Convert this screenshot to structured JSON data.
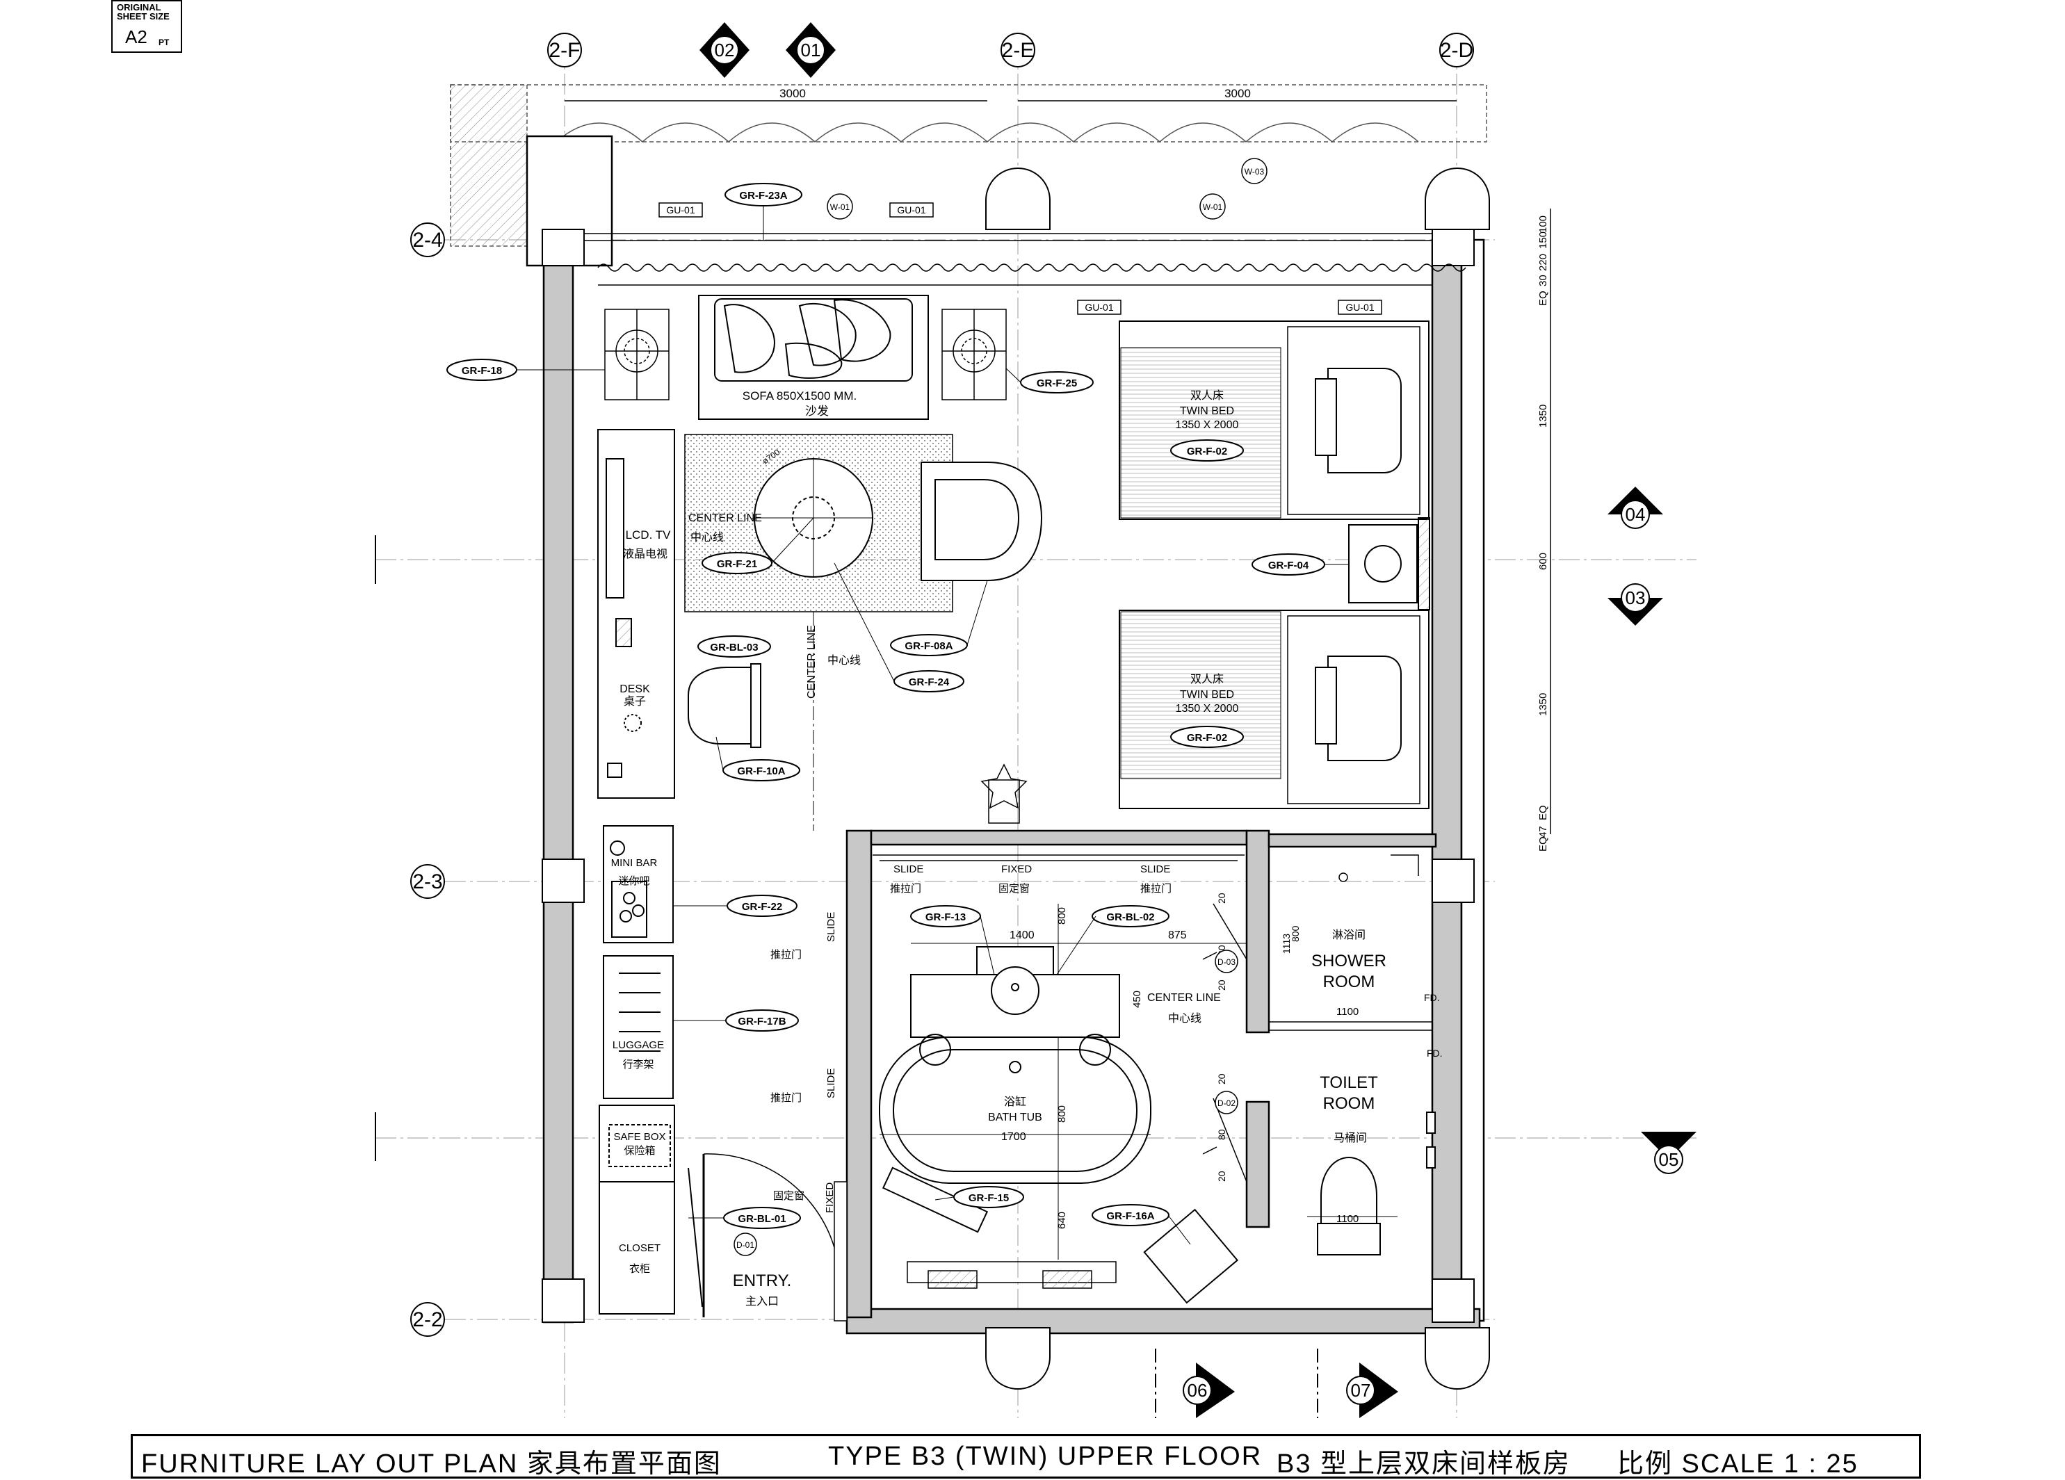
{
  "sheet": {
    "line1": "ORIGINAL",
    "line2": "SHEET SIZE",
    "size": "A2",
    "unit": "PT"
  },
  "title_bar": {
    "title": "FURNITURE LAY OUT PLAN 家具布置平面图",
    "type": "TYPE B3 (TWIN) UPPER FLOOR",
    "type_cn": "B3 型上层双床间样板房",
    "scale": "比例 SCALE 1 : 25"
  },
  "grid": {
    "f": "2-F",
    "e": "2-E",
    "d": "2-D",
    "h4": "2-4",
    "h3": "2-3",
    "h2": "2-2"
  },
  "sections": {
    "s01": "01",
    "s02": "02",
    "s03": "03",
    "s04": "04",
    "s05": "05",
    "s06": "06",
    "s07": "07"
  },
  "dims": {
    "top_left": "3000",
    "top_right": "3000",
    "d1400": "1400",
    "d875": "875",
    "d1100a": "1100",
    "d1100b": "1100",
    "d1700": "1700",
    "d800a": "800",
    "d800b": "800",
    "d640": "640",
    "d450": "450",
    "d20a": "20",
    "d20b": "20",
    "d20c": "20",
    "d20d": "20",
    "d80a": "80",
    "d80b": "80",
    "d1113": "1113",
    "d800c": "800",
    "right": [
      "EQ",
      "30",
      "220",
      "150",
      "100",
      "1350",
      "600",
      "1350",
      "EQ",
      "47",
      "EQ"
    ]
  },
  "tags": {
    "gu1": "GU-01",
    "gu2": "GU-01",
    "gu3": "GU-01",
    "gu4": "GU-01",
    "w01a": "W-01",
    "w01b": "W-01",
    "w03": "W-03",
    "d01": "D-01",
    "d02": "D-02",
    "d03": "D-03"
  },
  "furniture_tags": {
    "f23a": "GR-F-23A",
    "f18": "GR-F-18",
    "f25": "GR-F-25",
    "f21": "GR-F-21",
    "f02a": "GR-F-02",
    "f02b": "GR-F-02",
    "f04": "GR-F-04",
    "f08a": "GR-F-08A",
    "f24": "GR-F-24",
    "bl03": "GR-BL-03",
    "f10a": "GR-F-10A",
    "f22": "GR-F-22",
    "f17b": "GR-F-17B",
    "bl01": "GR-BL-01",
    "f13": "GR-F-13",
    "bl02": "GR-BL-02",
    "f15": "GR-F-15",
    "f16a": "GR-F-16A"
  },
  "labels": {
    "sofa": "SOFA 850X1500 MM.",
    "sofa_cn": "沙发",
    "bed1_cn": "双人床",
    "bed1": "TWIN BED",
    "bed1_size": "1350 X 2000",
    "bed2_cn": "双人床",
    "bed2": "TWIN BED",
    "bed2_size": "1350 X 2000",
    "lcd": "LCD. TV",
    "lcd_cn": "液晶电视",
    "center_line1": "CENTER LINE",
    "center_line1_cn": "中心线",
    "center_line2": "CENTER LINE",
    "center_line2_cn": "中心线",
    "center_line3": "CENTER LINE",
    "center_line3_cn": "中心线",
    "desk": "DESK",
    "desk_cn": "桌子",
    "minibar": "MINI BAR",
    "minibar_cn": "迷你吧",
    "luggage": "LUGGAGE",
    "luggage_cn": "行李架",
    "safe": "SAFE BOX",
    "safe_cn": "保险箱",
    "closet": "CLOSET",
    "closet_cn": "衣柜",
    "entry": "ENTRY.",
    "entry_cn": "主入口",
    "slide_l": "SLIDE",
    "slide_l_cn": "推拉门",
    "fixed": "FIXED",
    "fixed_cn": "固定窗",
    "slide_r": "SLIDE",
    "slide_r_cn": "推拉门",
    "slide_v1": "SLIDE",
    "slide_v1_cn": "推拉门",
    "slide_v2": "SLIDE",
    "slide_v2_cn": "推拉门",
    "fixed_v": "FIXED",
    "fixed_v_cn": "固定窗",
    "tub_cn": "浴缸",
    "tub": "BATH TUB",
    "shower_cn": "淋浴间",
    "shower1": "SHOWER",
    "shower2": "ROOM",
    "toilet1": "TOILET",
    "toilet2": "ROOM",
    "toilet_cn": "马桶间",
    "fd1": "FD.",
    "fd2": "FD."
  }
}
